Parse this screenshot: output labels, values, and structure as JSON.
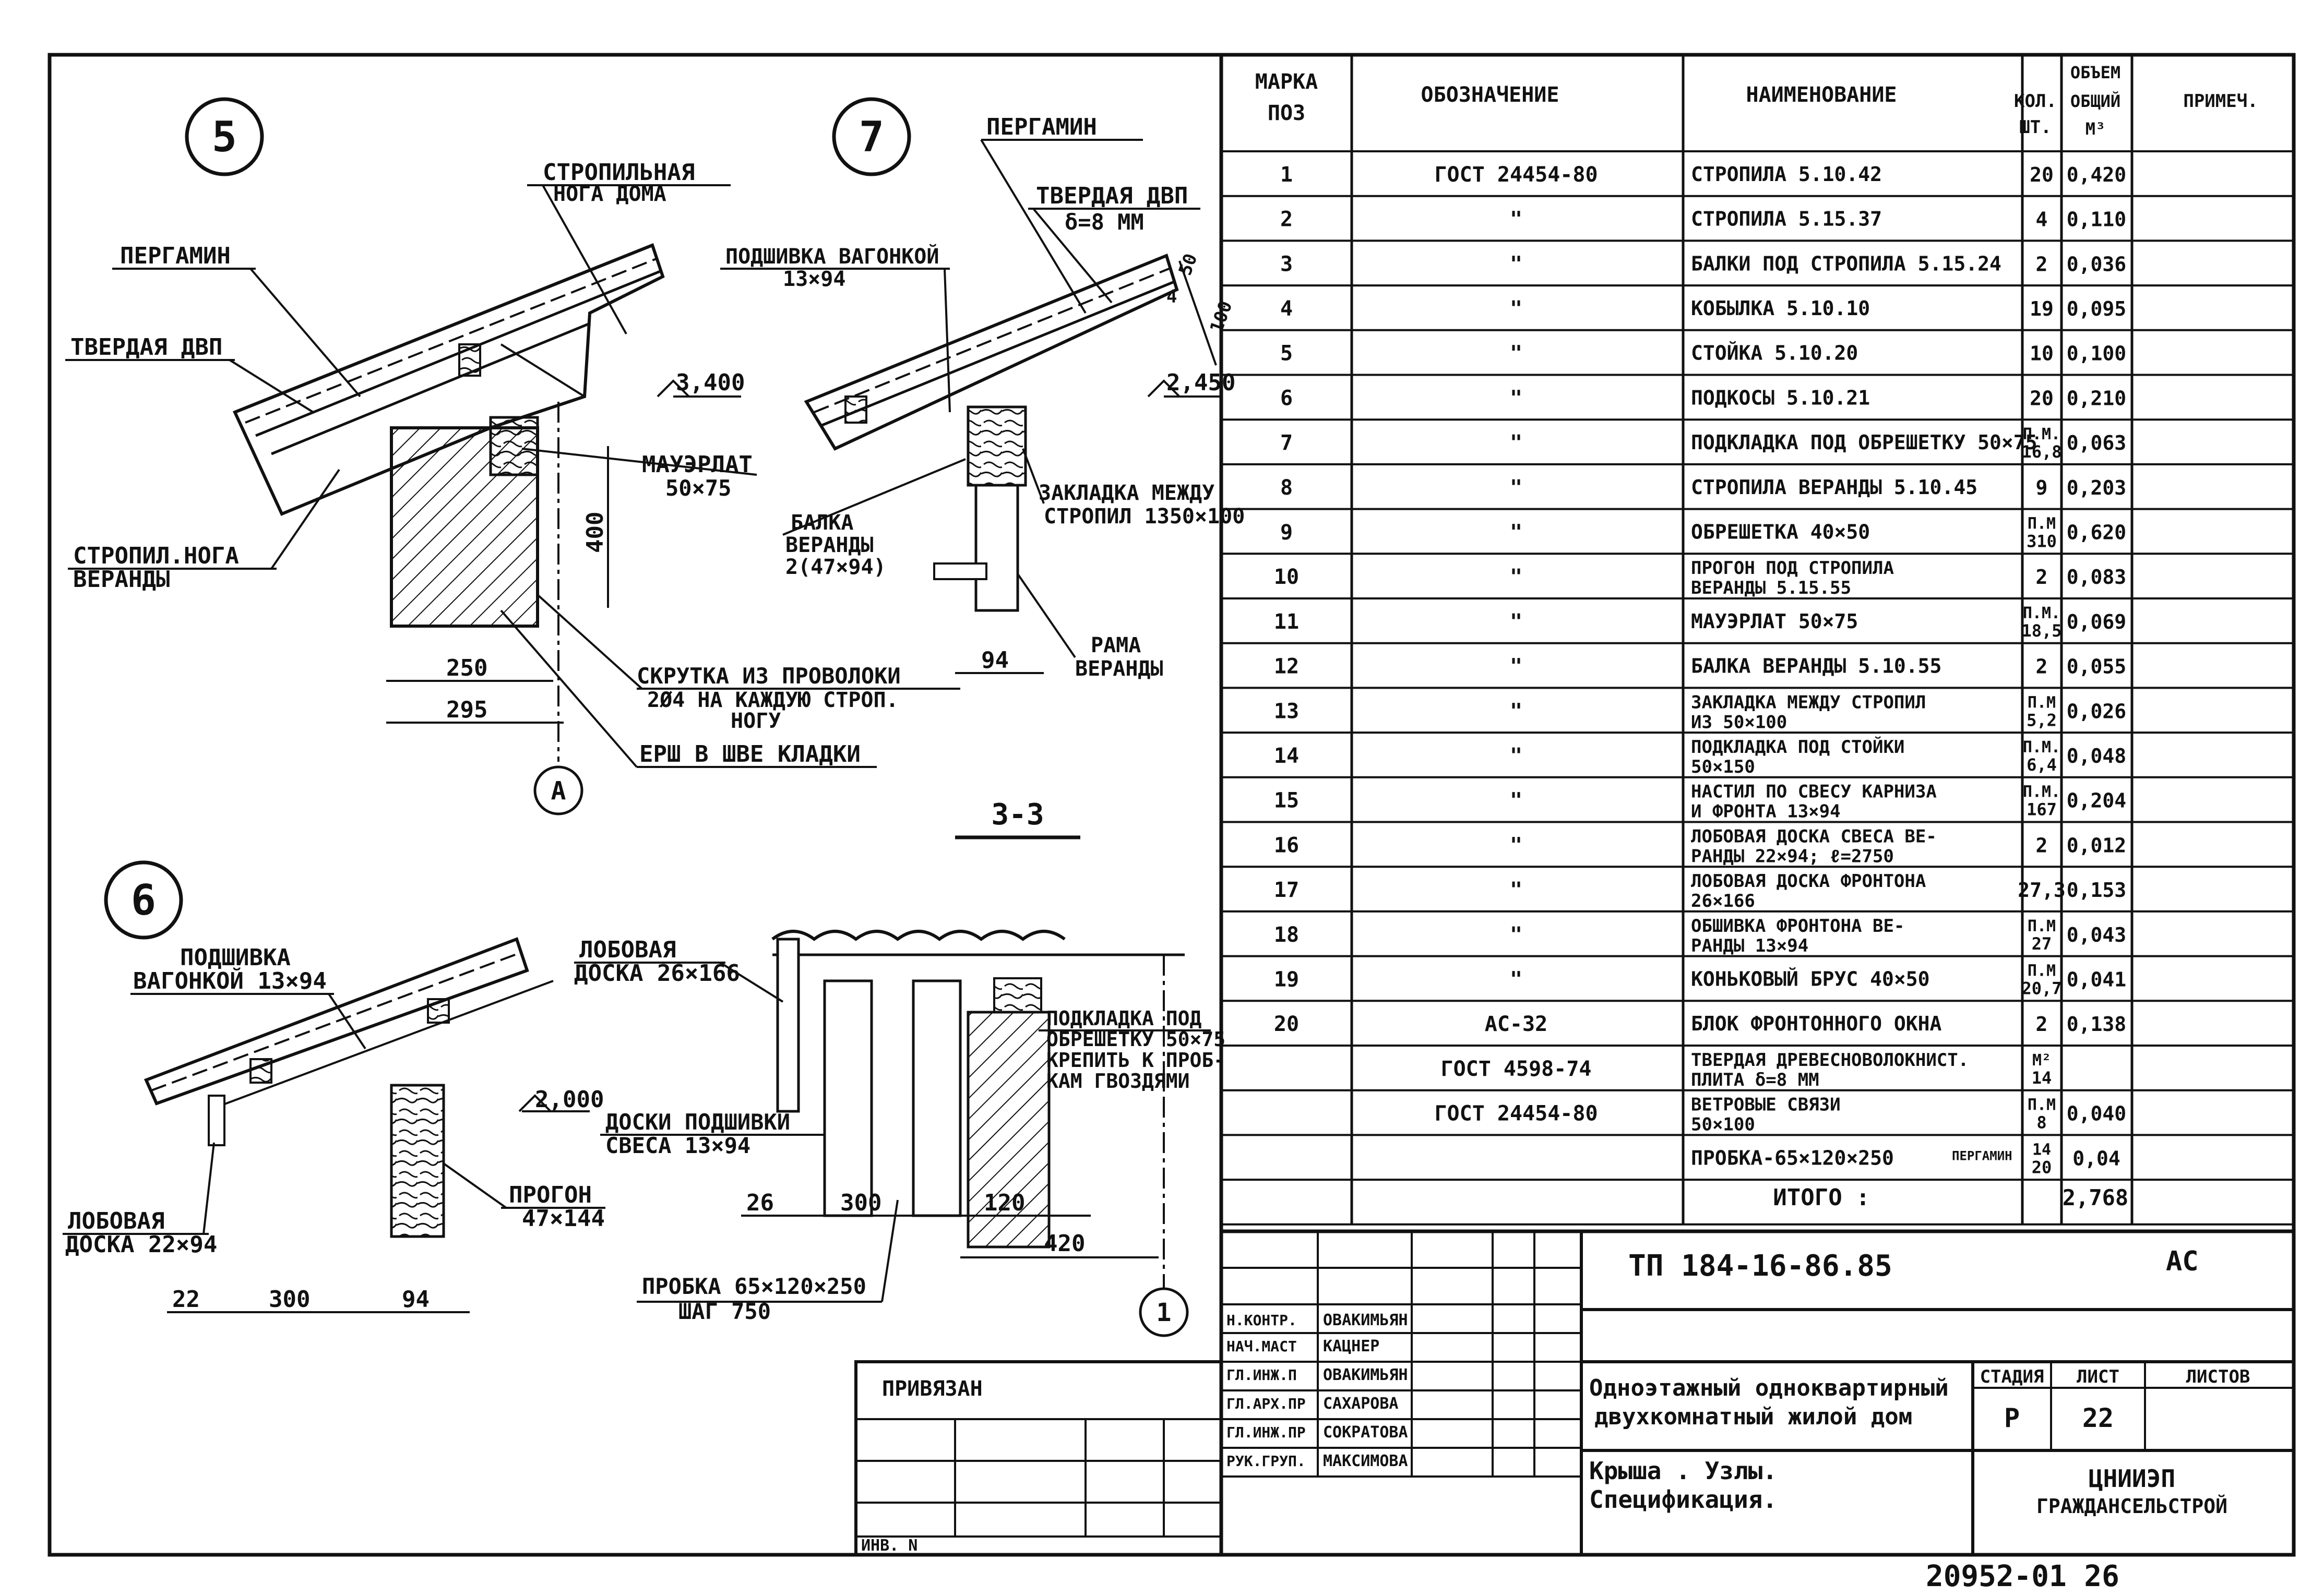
{
  "details": {
    "detail5": {
      "num": "5",
      "rafter_house_1": "СТРОПИЛЬНАЯ",
      "rafter_house_2": "НОГА ДОМА",
      "pergamin": "ПЕРГАМИН",
      "dvp": "ТВЕРДАЯ ДВП",
      "level": "3,400",
      "mauerlat_1": "МАУЭРЛАТ",
      "mauerlat_2": "50×75",
      "dim_400": "400",
      "veranda_rafter_1": "СТРОПИЛ.НОГА",
      "veranda_rafter_2": "ВЕРАНДЫ",
      "dim_250": "250",
      "dim_295": "295",
      "wire_1": "СКРУТКА ИЗ ПРОВОЛОКИ",
      "wire_2": "2Ø4 НА КАЖДУЮ СТРОП.",
      "wire_3": "НОГУ",
      "ruff": "ЕРШ В ШВЕ КЛАДКИ",
      "axis": "А"
    },
    "detail7": {
      "num": "7",
      "pergamin": "ПЕРГАМИН",
      "dvp_1": "ТВЕРДАЯ ДВП",
      "dvp_2": "δ=8 ММ",
      "hem_1": "ПОДШИВКА ВАГОНКОЙ",
      "hem_2": "13×94",
      "dim_50": "50",
      "dim_4": "4",
      "dim_100": "100",
      "level": "2,450",
      "insert_1": "ЗАКЛАДКА МЕЖДУ",
      "insert_2": "СТРОПИЛ 1350×100",
      "beam_1": "БАЛКА",
      "beam_2": "ВЕРАНДЫ",
      "beam_3": "2(47×94)",
      "dim_94": "94",
      "frame_1": "РАМА",
      "frame_2": "ВЕРАНДЫ"
    },
    "section33": "3-3",
    "detail6": {
      "num": "6",
      "hem_1": "ПОДШИВКА",
      "hem_2": "ВАГОНКОЙ 13×94",
      "level": "2,000",
      "soffit_1": "ДОСКИ ПОДШИВКИ",
      "soffit_2": "СВЕСА 13×94",
      "purlin_1": "ПРОГОН",
      "purlin_2": "47×144",
      "fascia_1": "ЛОБОВАЯ",
      "fascia_2": "ДОСКА 22×94",
      "dim_22": "22",
      "dim_300": "300",
      "dim_94": "94"
    },
    "section_gable": {
      "fascia_1": "ЛОБОВАЯ",
      "fascia_2": "ДОСКА 26×166",
      "pad_1": "ПОДКЛАДКА ПОД",
      "pad_2": "ОБРЕШЕТКУ 50×75",
      "pad_3": "КРЕПИТЬ К ПРОБ-",
      "pad_4": "КАМ ГВОЗДЯМИ",
      "dim_26": "26",
      "dim_300": "300",
      "dim_120": "120",
      "dim_420": "420",
      "plug_1": "ПРОБКА 65×120×250",
      "plug_2": "ШАГ 750",
      "axis": "1"
    }
  },
  "spec_table": {
    "headers": {
      "mark_1": "МАРКА",
      "mark_2": "ПОЗ",
      "designation": "ОБОЗНАЧЕНИЕ",
      "name": "НАИМЕНОВАНИЕ",
      "qty_1": "КОЛ.",
      "qty_2": "ШТ.",
      "vol_1": "ОБЪЕМ",
      "vol_2": "ОБЩИЙ",
      "vol_3": "М³",
      "note": "ПРИМЕЧ."
    },
    "rows": [
      {
        "pos": "1",
        "designation": "ГОСТ 24454-80",
        "name": [
          "СТРОПИЛА    5.10.42"
        ],
        "qty": [
          "20"
        ],
        "volume": "0,420"
      },
      {
        "pos": "2",
        "designation": "\"",
        "name": [
          "СТРОПИЛА    5.15.37"
        ],
        "qty": [
          "4"
        ],
        "volume": "0,110"
      },
      {
        "pos": "3",
        "designation": "\"",
        "name": [
          "БАЛКИ ПОД СТРОПИЛА 5.15.24"
        ],
        "qty": [
          "2"
        ],
        "volume": "0,036"
      },
      {
        "pos": "4",
        "designation": "\"",
        "name": [
          "КОБЫЛКА    5.10.10"
        ],
        "qty": [
          "19"
        ],
        "volume": "0,095"
      },
      {
        "pos": "5",
        "designation": "\"",
        "name": [
          "СТОЙКА     5.10.20"
        ],
        "qty": [
          "10"
        ],
        "volume": "0,100"
      },
      {
        "pos": "6",
        "designation": "\"",
        "name": [
          "ПОДКОСЫ    5.10.21"
        ],
        "qty": [
          "20"
        ],
        "volume": "0,210"
      },
      {
        "pos": "7",
        "designation": "\"",
        "name": [
          "ПОДКЛАДКА ПОД ОБРЕШЕТКУ 50×75"
        ],
        "qty": [
          "П.М.",
          "16,8"
        ],
        "volume": "0,063"
      },
      {
        "pos": "8",
        "designation": "\"",
        "name": [
          "СТРОПИЛА ВЕРАНДЫ 5.10.45"
        ],
        "qty": [
          "9"
        ],
        "volume": "0,203"
      },
      {
        "pos": "9",
        "designation": "\"",
        "name": [
          "ОБРЕШЕТКА    40×50"
        ],
        "qty": [
          "П.М",
          "310"
        ],
        "volume": "0,620"
      },
      {
        "pos": "10",
        "designation": "\"",
        "name": [
          "ПРОГОН ПОД СТРОПИЛА",
          "ВЕРАНДЫ      5.15.55"
        ],
        "qty": [
          "2"
        ],
        "volume": "0,083"
      },
      {
        "pos": "11",
        "designation": "\"",
        "name": [
          "МАУЭРЛАТ  50×75"
        ],
        "qty": [
          "П.М.",
          "18,5"
        ],
        "volume": "0,069"
      },
      {
        "pos": "12",
        "designation": "\"",
        "name": [
          "БАЛКА ВЕРАНДЫ 5.10.55"
        ],
        "qty": [
          "2"
        ],
        "volume": "0,055"
      },
      {
        "pos": "13",
        "designation": "\"",
        "name": [
          "ЗАКЛАДКА МЕЖДУ СТРОПИЛ",
          "ИЗ 50×100"
        ],
        "qty": [
          "П.М",
          "5,2"
        ],
        "volume": "0,026"
      },
      {
        "pos": "14",
        "designation": "\"",
        "name": [
          "ПОДКЛАДКА ПОД СТОЙКИ",
          "50×150"
        ],
        "qty": [
          "П.М.",
          "6,4"
        ],
        "volume": "0,048"
      },
      {
        "pos": "15",
        "designation": "\"",
        "name": [
          "НАСТИЛ ПО СВЕСУ КАРНИЗА",
          "И ФРОНТА  13×94"
        ],
        "qty": [
          "П.М.",
          "167"
        ],
        "volume": "0,204"
      },
      {
        "pos": "16",
        "designation": "\"",
        "name": [
          "ЛОБОВАЯ ДОСКА СВЕСА ВЕ-",
          "РАНДЫ   22×94; ℓ=2750"
        ],
        "qty": [
          "2"
        ],
        "volume": "0,012"
      },
      {
        "pos": "17",
        "designation": "\"",
        "name": [
          "ЛОБОВАЯ ДОСКА ФРОНТОНА",
          "26×166"
        ],
        "qty": [
          "27,3"
        ],
        "volume": "0,153"
      },
      {
        "pos": "18",
        "designation": "\"",
        "name": [
          "ОБШИВКА ФРОНТОНА ВЕ-",
          "РАНДЫ    13×94"
        ],
        "qty": [
          "П.М",
          "27"
        ],
        "volume": "0,043"
      },
      {
        "pos": "19",
        "designation": "\"",
        "name": [
          "КОНЬКОВЫЙ БРУС  40×50"
        ],
        "qty": [
          "П.М",
          "20,7"
        ],
        "volume": "0,041"
      },
      {
        "pos": "20",
        "designation": "АС-32",
        "name": [
          "БЛОК ФРОНТОННОГО ОКНА"
        ],
        "qty": [
          "2"
        ],
        "volume": "0,138"
      },
      {
        "pos": "",
        "designation": "ГОСТ 4598-74",
        "name": [
          "ТВЕРДАЯ ДРЕВЕСНОВОЛОКНИСТ.",
          "ПЛИТА δ=8 ММ"
        ],
        "qty": [
          "М²",
          "14"
        ],
        "volume": ""
      },
      {
        "pos": "",
        "designation": "ГОСТ 24454-80",
        "name": [
          "ВЕТРОВЫЕ СВЯЗИ",
          "50×100"
        ],
        "qty": [
          "П.М",
          "8"
        ],
        "volume": "0,040"
      },
      {
        "pos": "",
        "designation": "",
        "name": [
          "ПРОБКА-65×120×250"
        ],
        "name_note": "ПЕРГАМИН",
        "qty": [
          "14",
          "20"
        ],
        "volume": "0,04"
      }
    ],
    "total_label": "ИТОГО :",
    "total_value": "2,768"
  },
  "title_block": {
    "project_code": "ТП 184-16-86.85",
    "section_mark": "АС",
    "roles": [
      {
        "role": "Н.КОНТР.",
        "name": "ОВАКИМЬЯН"
      },
      {
        "role": "НАЧ.МАСТ",
        "name": "КАЦНЕР"
      },
      {
        "role": "ГЛ.ИНЖ.П",
        "name": "ОВАКИМЬЯН"
      },
      {
        "role": "ГЛ.АРХ.ПР",
        "name": "САХАРОВА"
      },
      {
        "role": "ГЛ.ИНЖ.ПР",
        "name": "СОКРАТОВА"
      },
      {
        "role": "РУК.ГРУП.",
        "name": "МАКСИМОВА"
      }
    ],
    "building_1": "Одноэтажный одноквартирный",
    "building_2": "двухкомнатный жилой дом",
    "sheet_title_1": "Крыша . Узлы.",
    "sheet_title_2": "Спецификация.",
    "stage_label": "СТАДИЯ",
    "sheet_label": "ЛИСТ",
    "sheets_label": "ЛИСТОВ",
    "stage": "Р",
    "sheet": "22",
    "org_1": "ЦНИИЭП",
    "org_2": "ГРАЖДАНСЕЛЬСТРОЙ",
    "tied_label": "ПРИВЯЗАН",
    "inv_label": "ИНВ. N"
  },
  "footer_code": "20952-01  26"
}
